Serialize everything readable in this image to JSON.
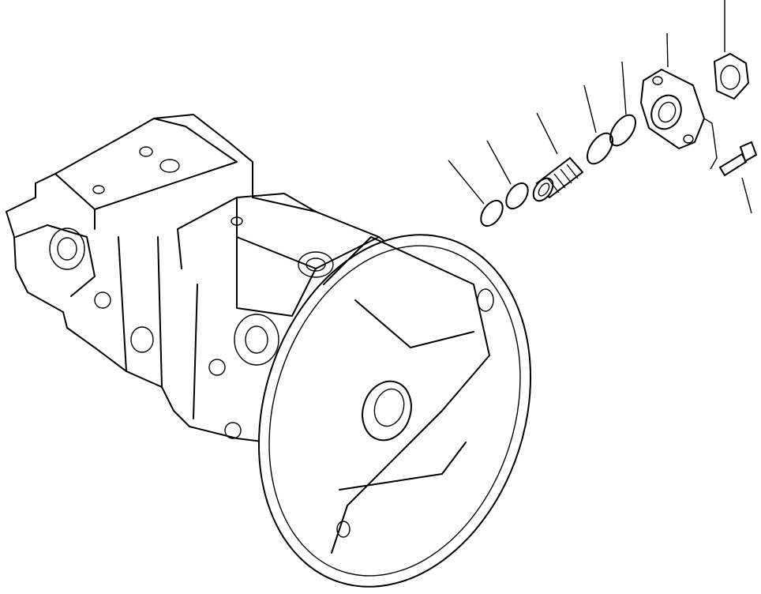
{
  "diagram": {
    "kind": "exploded parts illustration",
    "stroke_color": "#000000",
    "background_color": "#ffffff",
    "parts": [
      {
        "id": "pump-assembly"
      },
      {
        "id": "mounting-flange"
      },
      {
        "id": "o-ring-1"
      },
      {
        "id": "o-ring-2"
      },
      {
        "id": "spring"
      },
      {
        "id": "o-ring-3"
      },
      {
        "id": "o-ring-4"
      },
      {
        "id": "cover-plate"
      },
      {
        "id": "nut"
      },
      {
        "id": "bolt"
      }
    ]
  }
}
